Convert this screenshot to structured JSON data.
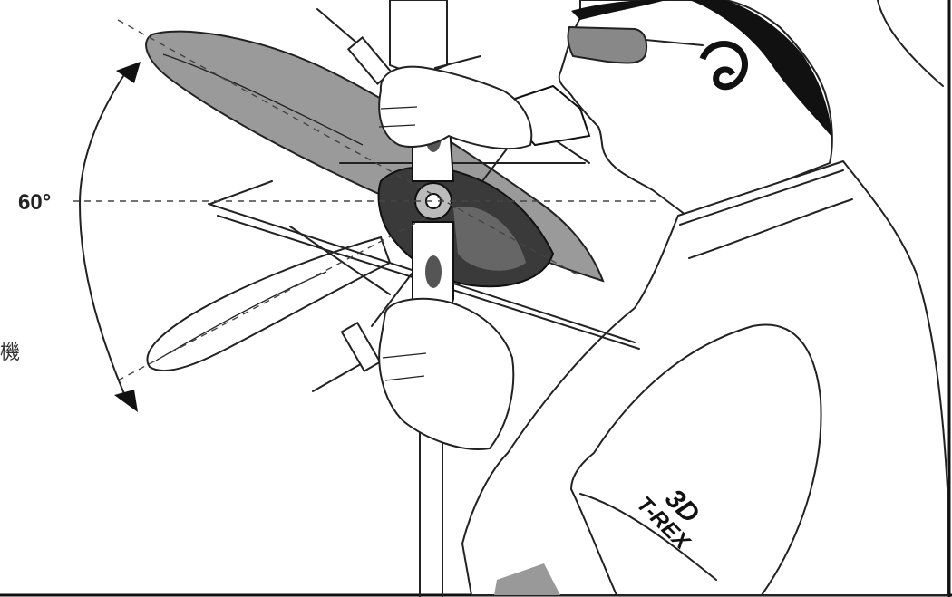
{
  "diagram": {
    "angle_label": "60°",
    "side_label": "機",
    "logo_line1": "3D",
    "logo_line2": "T-REX"
  }
}
